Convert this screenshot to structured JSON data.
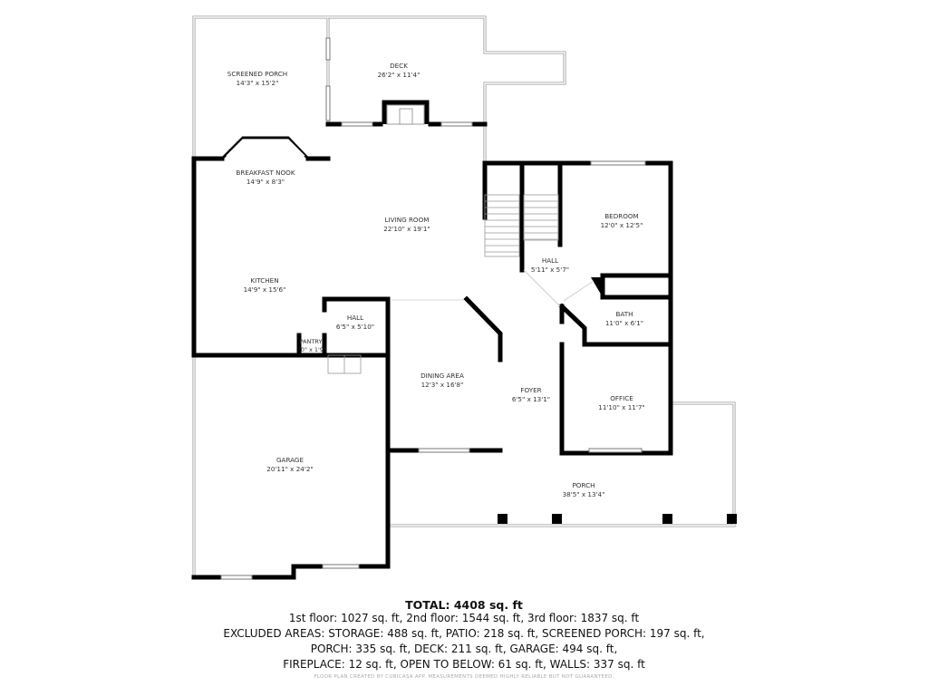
{
  "rooms": {
    "screened_porch": {
      "name": "SCREENED PORCH",
      "size": "14'3\" x 15'2\""
    },
    "deck": {
      "name": "DECK",
      "size": "26'2\" x 11'4\""
    },
    "breakfast_nook": {
      "name": "BREAKFAST NOOK",
      "size": "14'9\" x 8'3\""
    },
    "living_room": {
      "name": "LIVING ROOM",
      "size": "22'10\" x 19'1\""
    },
    "bedroom": {
      "name": "BEDROOM",
      "size": "12'0\" x 12'5\""
    },
    "hall_upper": {
      "name": "HALL",
      "size": "5'11\" x 5'7\""
    },
    "kitchen": {
      "name": "KITCHEN",
      "size": "14'9\" x 15'6\""
    },
    "hall_lower": {
      "name": "HALL",
      "size": "6'5\" x 5'10\""
    },
    "bath": {
      "name": "BATH",
      "size": "11'0\" x 6'1\""
    },
    "pantry": {
      "name": "PANTRY",
      "size": "'0\" x 1'9\""
    },
    "dining_area": {
      "name": "DINING AREA",
      "size": "12'3\" x 16'8\""
    },
    "foyer": {
      "name": "FOYER",
      "size": "6'5\" x 13'1\""
    },
    "office": {
      "name": "OFFICE",
      "size": "11'10\" x 11'7\""
    },
    "garage": {
      "name": "GARAGE",
      "size": "20'11\" x 24'2\""
    },
    "porch": {
      "name": "PORCH",
      "size": "38'5\" x 13'4\""
    }
  },
  "summary": {
    "total": "TOTAL: 4408 sq. ft",
    "lines": [
      "1st floor: 1027 sq. ft, 2nd floor: 1544 sq. ft, 3rd floor: 1837 sq. ft",
      "EXCLUDED AREAS: STORAGE: 488 sq. ft, PATIO: 218 sq. ft, SCREENED PORCH: 197 sq. ft,",
      "PORCH: 335 sq. ft, DECK: 211 sq. ft, GARAGE: 494 sq. ft,",
      "FIREPLACE: 12 sq. ft, OPEN TO BELOW: 61 sq. ft, WALLS: 337 sq. ft"
    ],
    "footer": "FLOOR PLAN CREATED BY CUBICASA APP. MEASUREMENTS DEEMED HIGHLY RELIABLE BUT NOT GUARANTEED."
  }
}
